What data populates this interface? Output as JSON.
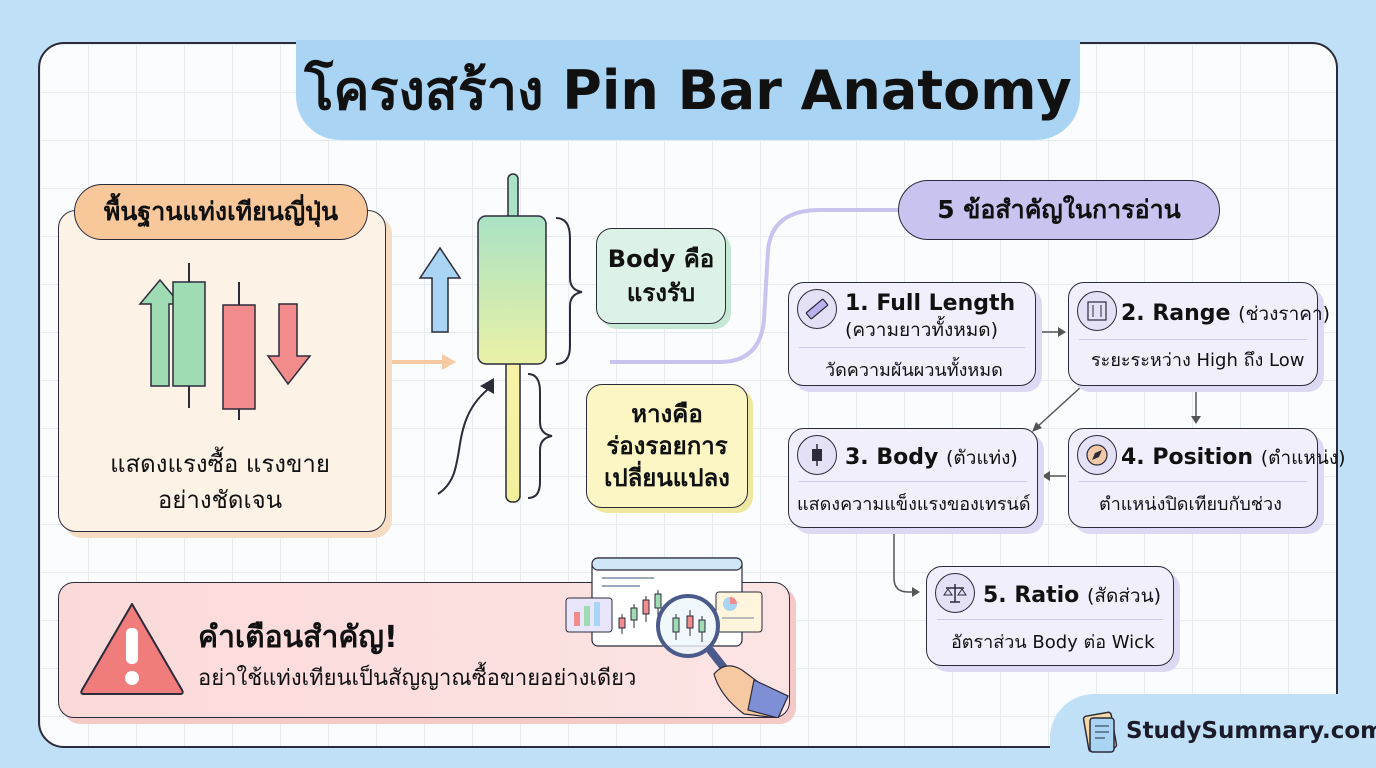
{
  "title": "โครงสร้าง Pin Bar Anatomy",
  "basics": {
    "tag": "พื้นฐานแท่งเทียนญี่ปุ่น",
    "text_line1": "แสดงแรงซื้อ แรงขาย",
    "text_line2": "อย่างชัดเจน"
  },
  "anatomy": {
    "body_label_line1": "Body คือ",
    "body_label_line2": "แรงรับ",
    "wick_label_line1": "หางคือ",
    "wick_label_line2": "ร่องรอยการ",
    "wick_label_line3": "เปลี่ยนแปลง"
  },
  "key_points": {
    "tag": "5 ข้อสำคัญในการอ่าน",
    "items": [
      {
        "title": "1. Full Length",
        "subtitle": "(ความยาวทั้งหมด)",
        "desc": "วัดความผันผวนทั้งหมด",
        "icon": "ruler-icon"
      },
      {
        "title": "2. Range",
        "subtitle": "(ช่วงราคา)",
        "desc": "ระยะระหว่าง High ถึง Low",
        "icon": "range-arrows-icon"
      },
      {
        "title": "3. Body",
        "subtitle": "(ตัวแท่ง)",
        "desc": "แสดงความแข็งแรงของเทรนด์",
        "icon": "candlestick-icon"
      },
      {
        "title": "4. Position",
        "subtitle": "(ตำแหน่ง)",
        "desc": "ตำแหน่งปิดเทียบกับช่วง",
        "icon": "compass-icon"
      },
      {
        "title": "5. Ratio",
        "subtitle": "(สัดส่วน)",
        "desc": "อัตราส่วน Body ต่อ Wick",
        "icon": "scale-icon"
      }
    ]
  },
  "warning": {
    "title": "คำเตือนสำคัญ!",
    "text": "อย่าใช้แท่งเทียนเป็นสัญญาณซื้อขายอย่างเดียว"
  },
  "brand": "StudySummary.com",
  "colors": {
    "background": "#bfe0f6",
    "title_banner": "#a9d4f3",
    "basics_panel": "#fdf2e6",
    "basics_tag": "#f8c79a",
    "bull_green": "#9fdcb4",
    "bear_red": "#f28c8c",
    "key_tag": "#c9c3f0",
    "card": "#f1effc",
    "warning": "#fbd9d9"
  }
}
